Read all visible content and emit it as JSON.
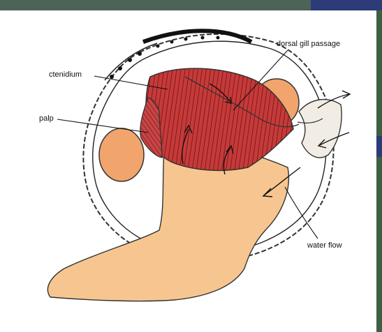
{
  "labels": {
    "ctenidium": "ctenidium",
    "palp": "palp",
    "dorsal_gill_passage": "dorsal gill passage",
    "water_flow": "water flow"
  },
  "colors": {
    "foot": "#f7c690",
    "adductor": "#f1a56c",
    "gill": "#c73a3a",
    "gill_lines": "#6a1414",
    "outline": "#222222",
    "hinge": "#111111",
    "frame_top": "#4e6357",
    "frame_right": "#3f5f45",
    "frame_accent": "#2d3b78"
  }
}
